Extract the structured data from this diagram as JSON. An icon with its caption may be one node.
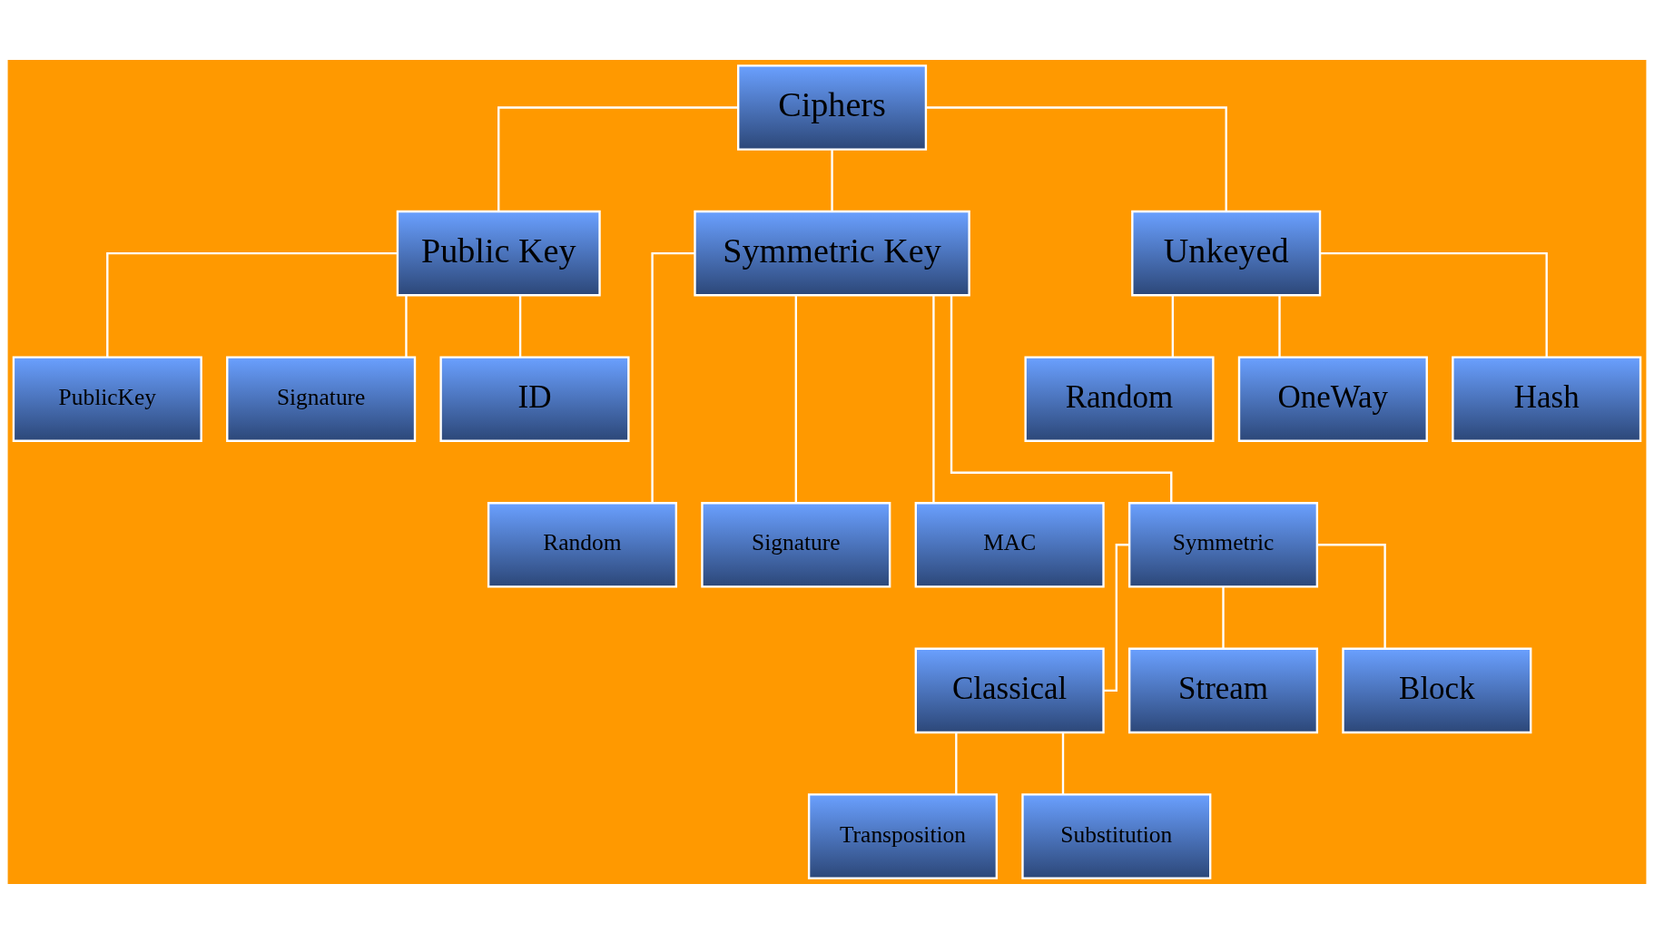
{
  "diagram": {
    "nodes": [
      {
        "text": [
          "Ciphers"
        ]
      },
      {
        "text": [
          "Public Key"
        ]
      },
      {
        "text": [
          "Symmetric Key"
        ]
      },
      {
        "text": [
          "Unkeyed"
        ]
      },
      {
        "text": [
          "PublicKey"
        ]
      },
      {
        "text": [
          "Signature"
        ]
      },
      {
        "text": [
          "ID"
        ]
      },
      {
        "text": [
          "Random"
        ]
      },
      {
        "text": [
          "OneWay"
        ]
      },
      {
        "text": [
          "Hash"
        ]
      },
      {
        "text": [
          "Random"
        ]
      },
      {
        "text": [
          "Signature"
        ]
      },
      {
        "text": [
          "MAC"
        ]
      },
      {
        "text": [
          "Symmetric"
        ]
      },
      {
        "text": [
          "Classical"
        ]
      },
      {
        "text": [
          "Stream"
        ]
      },
      {
        "text": [
          "Block"
        ]
      },
      {
        "text": [
          "Transposition"
        ]
      },
      {
        "text": [
          "Substitution"
        ]
      }
    ],
    "edges": [
      {
        "from": 0,
        "to": 1,
        "arrow": "none"
      },
      {
        "from": 0,
        "to": 2,
        "arrow": "none"
      },
      {
        "from": 0,
        "to": 3,
        "arrow": "none"
      },
      {
        "from": 1,
        "to": 4,
        "arrow": "none"
      },
      {
        "from": 1,
        "to": 5,
        "arrow": "none"
      },
      {
        "from": 1,
        "to": 6,
        "arrow": "none"
      },
      {
        "from": 3,
        "to": 7,
        "arrow": "none"
      },
      {
        "from": 3,
        "to": 8,
        "arrow": "none"
      },
      {
        "from": 3,
        "to": 9,
        "arrow": "none"
      },
      {
        "from": 2,
        "to": 10,
        "arrow": "none"
      },
      {
        "from": 2,
        "to": 11,
        "arrow": "none"
      },
      {
        "from": 2,
        "to": 12,
        "arrow": "none"
      },
      {
        "from": 2,
        "to": 13,
        "arrow": "none"
      },
      {
        "from": 13,
        "to": 14,
        "arrow": "none"
      },
      {
        "from": 13,
        "to": 15,
        "arrow": "none"
      },
      {
        "from": 13,
        "to": 16,
        "arrow": "none"
      },
      {
        "from": 14,
        "to": 17,
        "arrow": "none"
      },
      {
        "from": 14,
        "to": 18,
        "arrow": "none"
      }
    ]
  }
}
